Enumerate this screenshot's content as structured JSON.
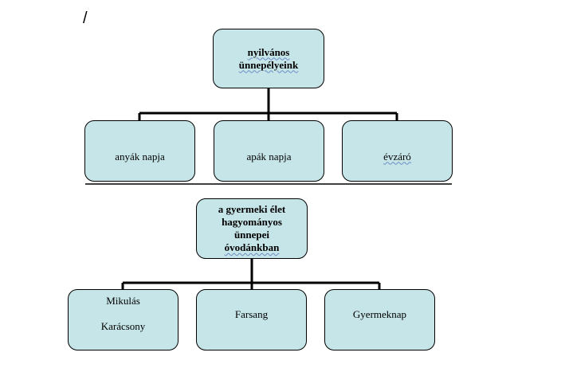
{
  "diagram": {
    "stray_mark": "/",
    "top_chart": {
      "root": {
        "line1": "nyilvános",
        "line2": "ünnepélyeink"
      },
      "children": [
        {
          "label": "anyák napja"
        },
        {
          "label": "apák napja"
        },
        {
          "label": "évzáró"
        }
      ]
    },
    "bottom_chart": {
      "root": {
        "line1": "a gyermeki élet",
        "line2": "hagyományos",
        "line3": "ünnepei",
        "line4": "óvodánkban"
      },
      "children": [
        {
          "line1": "Mikulás",
          "line2": "Karácsony"
        },
        {
          "label": "Farsang"
        },
        {
          "label": "Gyermeknap"
        }
      ]
    },
    "colors": {
      "box_fill": "#c6e5e8",
      "box_border": "#000000",
      "connector": "#000000"
    }
  }
}
